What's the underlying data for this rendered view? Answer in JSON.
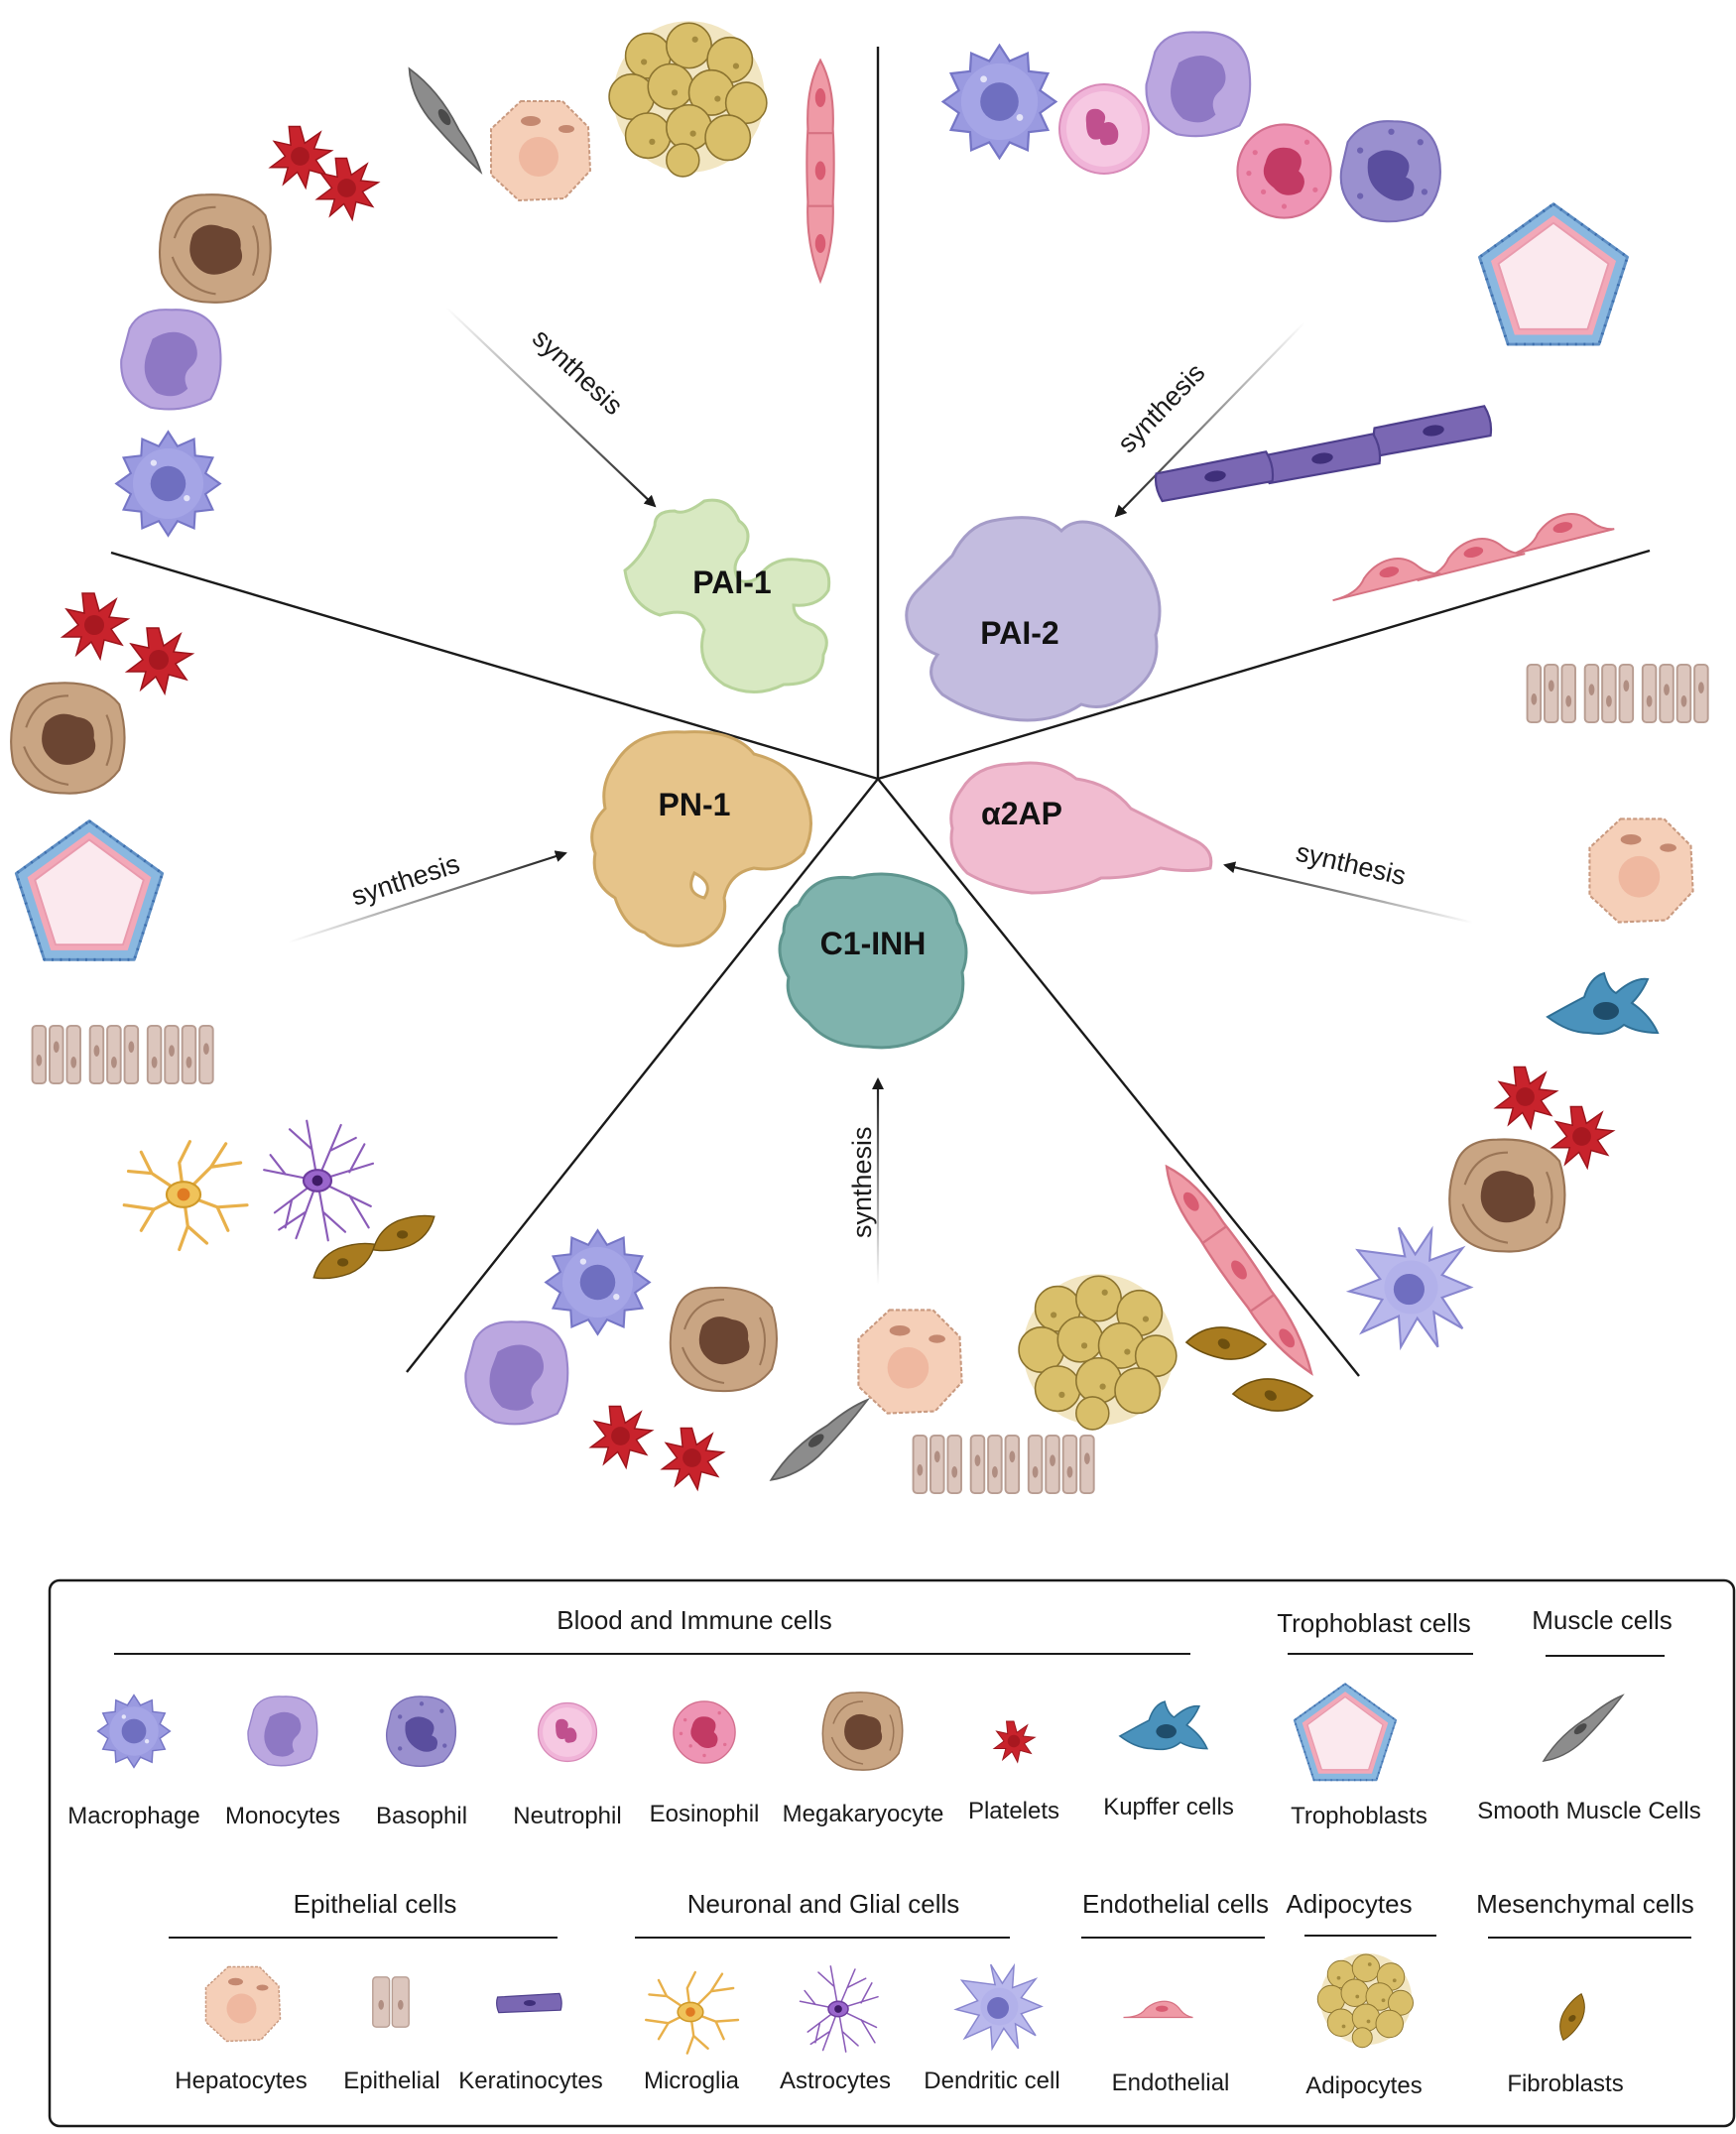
{
  "inhibitors": {
    "pai1": "PAI-1",
    "pai2": "PAI-2",
    "pn1": "PN-1",
    "a2ap": "α2AP",
    "c1inh": "C1-INH"
  },
  "arrows": {
    "pai1": "synthesis",
    "pai2": "synthesis",
    "pn1": "synthesis",
    "a2ap": "synthesis",
    "c1inh": "synthesis"
  },
  "legend": {
    "groups": {
      "blood_immune": "Blood and Immune cells",
      "trophoblast": "Trophoblast cells",
      "muscle": "Muscle cells",
      "epithelial": "Epithelial cells",
      "neuronal_glial": "Neuronal and Glial cells",
      "endothelial": "Endothelial cells",
      "adipocytes": "Adipocytes",
      "mesenchymal": "Mesenchymal cells"
    },
    "cells": {
      "macrophage": "Macrophage",
      "monocytes": "Monocytes",
      "basophil": "Basophil",
      "neutrophil": "Neutrophil",
      "eosinophil": "Eosinophil",
      "megakaryocyte": "Megakaryocyte",
      "platelets": "Platelets",
      "kupffer": "Kupffer cells",
      "trophoblasts": "Trophoblasts",
      "smooth_muscle": "Smooth Muscle Cells",
      "hepatocytes": "Hepatocytes",
      "epithelial": "Epithelial",
      "keratinocytes": "Keratinocytes",
      "microglia": "Microglia",
      "astrocytes": "Astrocytes",
      "dendritic": "Dendritic cell",
      "endothelial": "Endothelial",
      "adipocytes": "Adipocytes",
      "fibroblasts": "Fibroblasts"
    }
  },
  "colors": {
    "pai1": "#d8e9c2",
    "pai2": "#c3bcdf",
    "pn1": "#e6c48a",
    "a2ap": "#f1bcd0",
    "c1inh": "#7fb3ad",
    "macrophage": "#8f8fd6",
    "monocyte": "#b6a0dc",
    "basophil": "#8f85c6",
    "neutrophil": "#e79ac8",
    "eosinophil": "#e987a8",
    "megakaryocyte": "#a98462",
    "platelet": "#c8232c",
    "kupffer": "#4a8fb8",
    "trophoblast": "#f8e6ea",
    "smooth_muscle": "#8a8a8a",
    "hepatocyte": "#f5cdb5",
    "epithelial": "#dcc6bd",
    "keratinocyte": "#7a67b3",
    "microglia": "#e8b04a",
    "astrocyte": "#8a5bb8",
    "dendritic": "#a9a8e6",
    "endothelial": "#ef9aa6",
    "adipocyte": "#d9bf6a",
    "fibroblast": "#a87b1f"
  }
}
